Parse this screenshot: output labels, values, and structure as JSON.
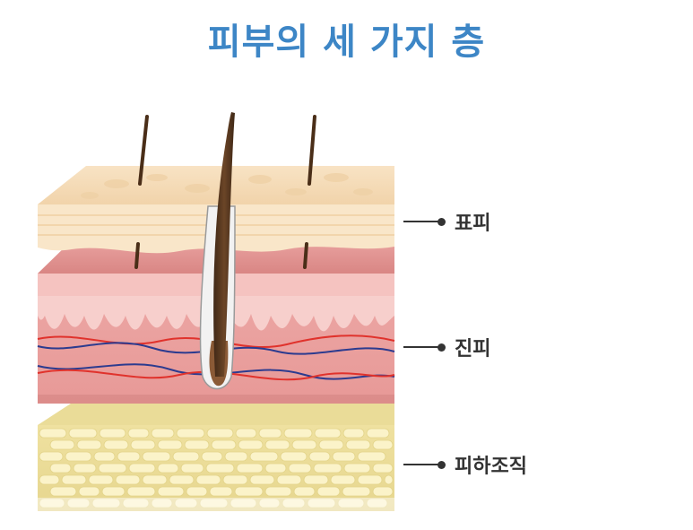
{
  "title": "피부의 세 가지 층",
  "layers": [
    {
      "label": "표피"
    },
    {
      "label": "진피"
    },
    {
      "label": "피하조직"
    }
  ],
  "colors": {
    "title": "#3d86c6",
    "epidermis": "#f5dcb8",
    "dermis": "#eba3a3",
    "dermis_light": "#f6c4c2",
    "subcutis": "#f2e7a8",
    "fat_cell": "#fbf3c9",
    "vessel_red": "#e0322c",
    "vessel_blue": "#2c3b8f",
    "hair": "#5a3a22",
    "label": "#333333"
  }
}
